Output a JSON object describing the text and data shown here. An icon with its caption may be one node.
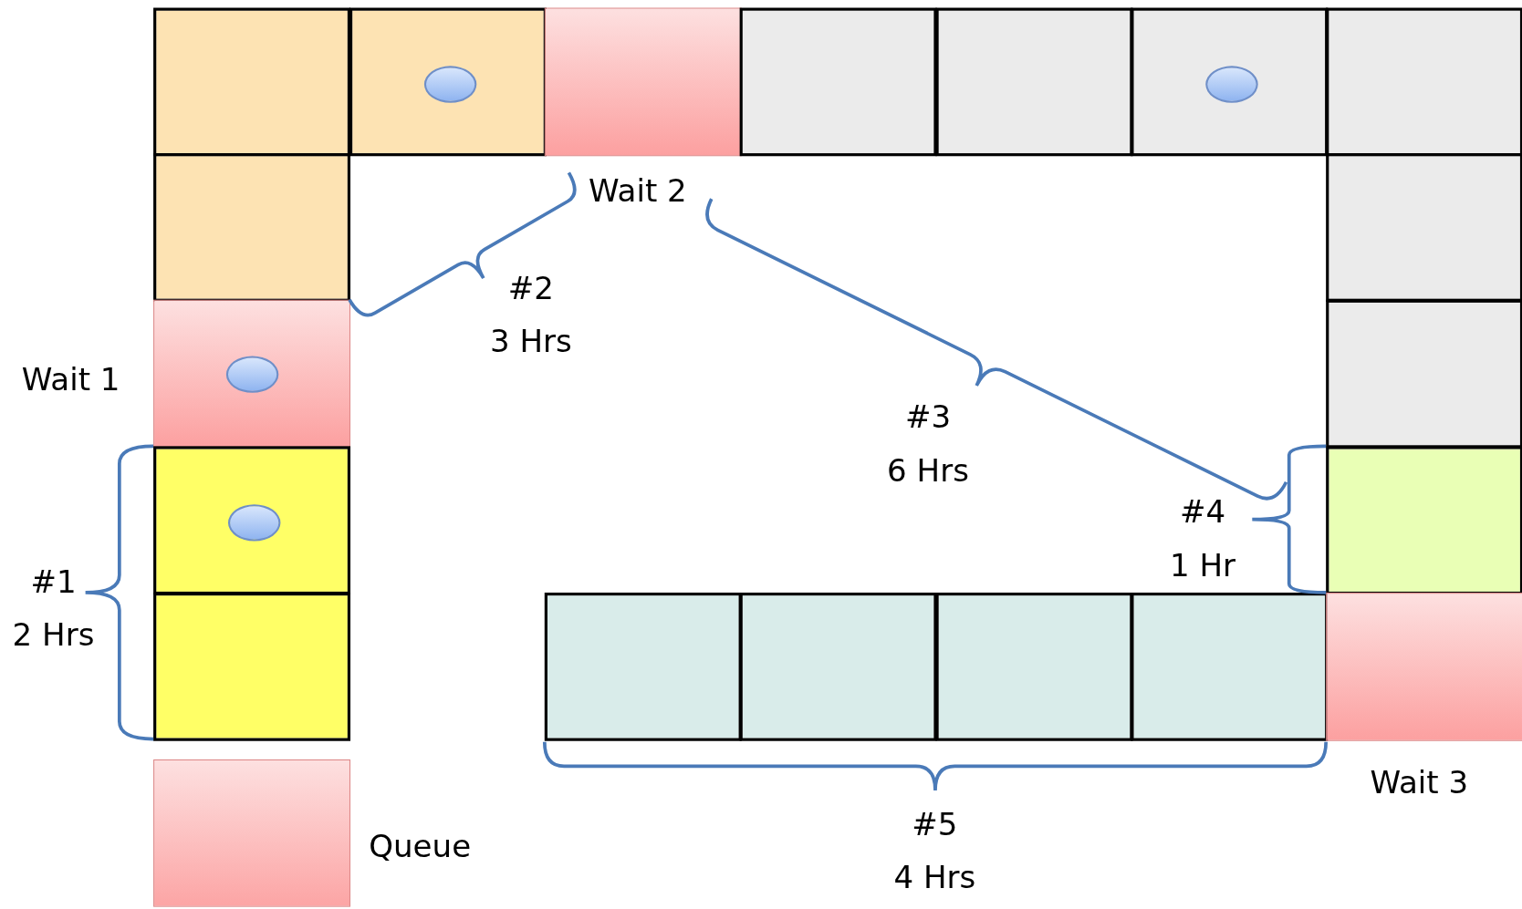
{
  "diagram": {
    "nodes": [
      {
        "text": [],
        "shape": "box"
      },
      {
        "text": [],
        "shape": "box"
      },
      {
        "text": [],
        "shape": "box"
      },
      {
        "text": [],
        "shape": "box"
      },
      {
        "text": [],
        "shape": "box"
      },
      {
        "text": [],
        "shape": "box"
      },
      {
        "text": [],
        "shape": "box"
      },
      {
        "text": [],
        "shape": "box"
      },
      {
        "text": [],
        "shape": "box"
      },
      {
        "text": [],
        "shape": "box"
      },
      {
        "text": [],
        "shape": "box"
      },
      {
        "text": [],
        "shape": "box"
      },
      {
        "text": [],
        "shape": "box"
      },
      {
        "text": [],
        "shape": "box"
      },
      {
        "text": [],
        "shape": "box"
      },
      {
        "text": [],
        "shape": "box"
      },
      {
        "text": [],
        "shape": "box"
      },
      {
        "text": [],
        "shape": "box"
      },
      {
        "text": [],
        "shape": "box"
      },
      {
        "text": [],
        "shape": "circle",
        "in": 1
      },
      {
        "text": [],
        "shape": "circle",
        "in": 5
      },
      {
        "text": [],
        "shape": "circle",
        "in": 9
      },
      {
        "text": [],
        "shape": "circle",
        "in": 11
      }
    ],
    "labels": [
      "Wait 2",
      "#2 3 Hrs",
      "Wait 1",
      "#3 6 Hrs",
      "#4 1 Hr",
      "#1 2 Hrs",
      "Wait 3",
      "#5 4 Hrs"
    ],
    "legend": [
      {
        "text": "Queue",
        "color": "#fca5a5"
      }
    ]
  }
}
